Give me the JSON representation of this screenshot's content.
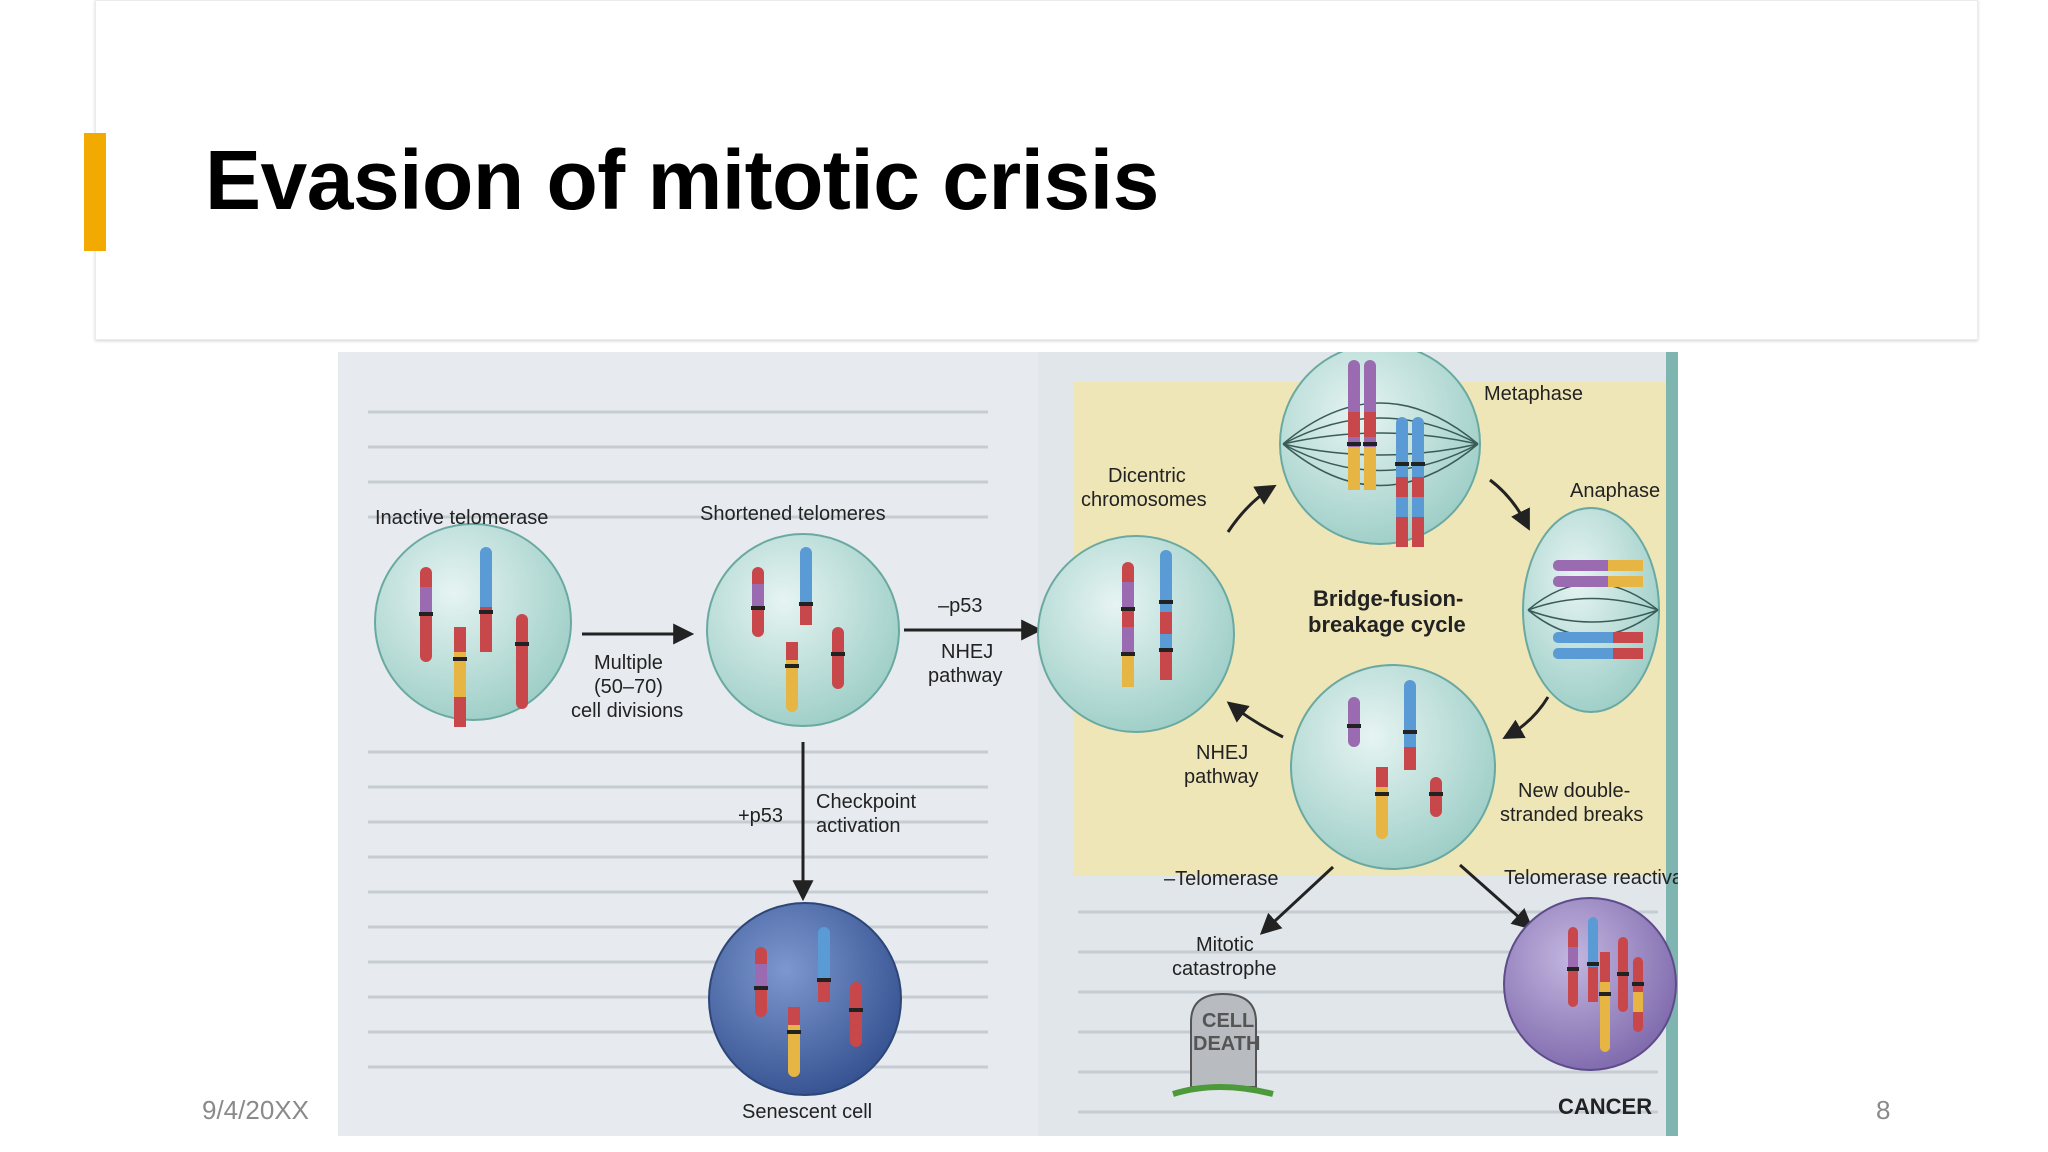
{
  "slide": {
    "title": "Evasion of mitotic crisis",
    "date": "9/4/20XX",
    "page_number": "8",
    "accent_color": "#F2A900"
  },
  "diagram": {
    "labels": {
      "inactive_telomerase": "Inactive telomerase",
      "shortened_telomeres": "Shortened telomeres",
      "multiple_line1": "Multiple",
      "multiple_line2": "(50–70)",
      "multiple_line3": "cell divisions",
      "minus_p53": "–p53",
      "nhej_top_line1": "NHEJ",
      "nhej_top_line2": "pathway",
      "plus_p53": "+p53",
      "checkpoint_line1": "Checkpoint",
      "checkpoint_line2": "activation",
      "senescent_cell": "Senescent cell",
      "dicentric_line1": "Dicentric",
      "dicentric_line2": "chromosomes",
      "metaphase": "Metaphase",
      "anaphase": "Anaphase",
      "bfb_line1": "Bridge-fusion-",
      "bfb_line2": "breakage cycle",
      "nhej_bottom_line1": "NHEJ",
      "nhej_bottom_line2": "pathway",
      "new_breaks_line1": "New double-",
      "new_breaks_line2": "stranded breaks",
      "minus_telomerase": "–Telomerase",
      "telomerase_reactivation": "Telomerase reactivation",
      "mitotic_line1": "Mitotic",
      "mitotic_line2": "catastrophe",
      "cell_death_line1": "CELL",
      "cell_death_line2": "DEATH",
      "cancer": "CANCER"
    },
    "colors": {
      "cell_fill": "#bfe0dc",
      "senescent_fill": "#4a6aa8",
      "cancer_fill": "#9a88c2",
      "chrom_red": "#c8474a",
      "chrom_blue": "#5a9bd6",
      "chrom_yellow": "#e6b544",
      "chrom_purple": "#9a6bb0",
      "highlight": "#efe6b8"
    }
  }
}
